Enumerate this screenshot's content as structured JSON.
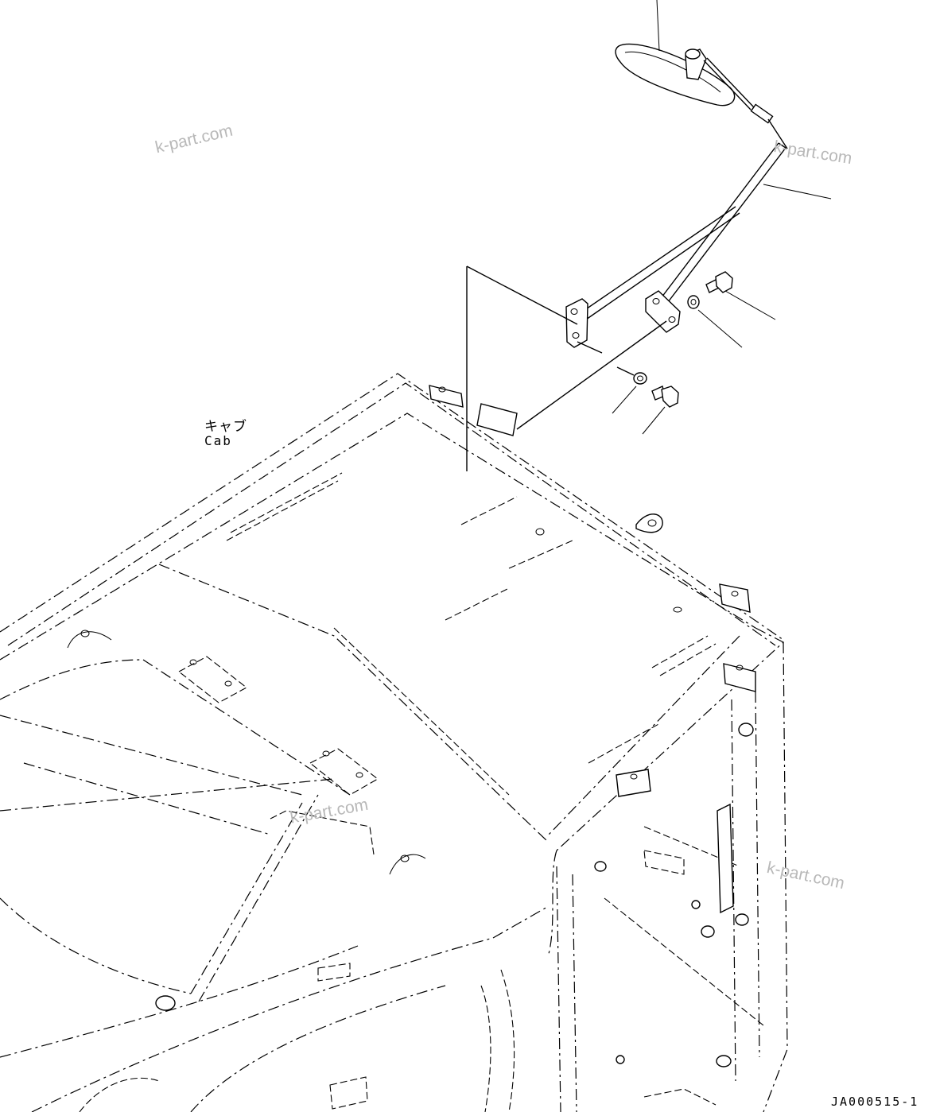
{
  "labels": {
    "cab_jp": "キャブ",
    "cab_en": "Cab",
    "drawing_code": "JA000515-1"
  },
  "watermarks": [
    "k-part.com",
    "k-part.com",
    "k-part.com",
    "k-part.com"
  ],
  "parts": [
    "mirror",
    "mirror-stay",
    "washer",
    "bolt",
    "washer",
    "bolt",
    "cab"
  ]
}
